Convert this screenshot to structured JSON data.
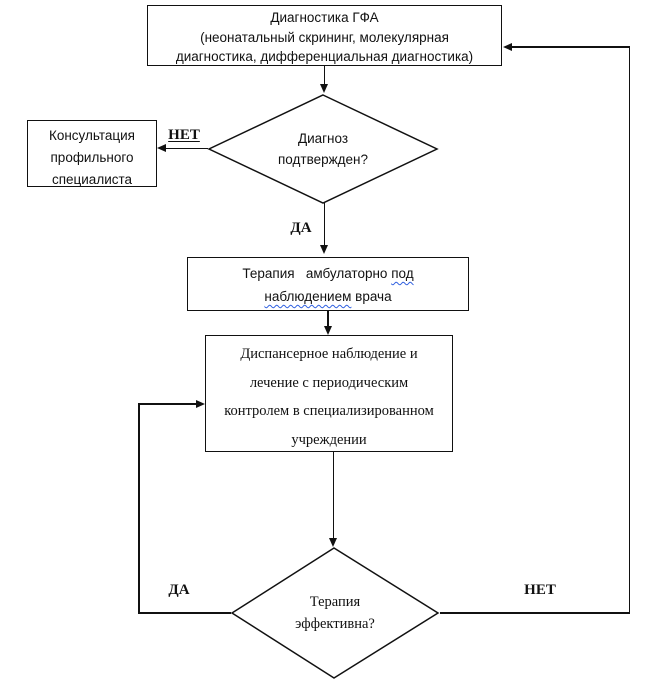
{
  "flowchart": {
    "nodes": {
      "diagnostics": {
        "lines": [
          "Диагностика ГФА",
          "(неонатальный скрининг, молекулярная",
          "диагностика, дифференциальная диагностика)"
        ]
      },
      "diagnosis_confirmed": {
        "lines": [
          "Диагноз",
          "подтвержден?"
        ]
      },
      "specialist_consult": {
        "lines": [
          "Консультация",
          "профильного",
          "специалиста"
        ]
      },
      "outpatient_therapy": {
        "line1_text": "Терапия   амбулаторно ",
        "line1_underlined_word": "под",
        "line2_underlined_word": "наблюдением",
        "line2_text": " врача"
      },
      "dispensary": {
        "lines": [
          "Диспансерное наблюдение и",
          "лечение с периодическим",
          "контролем в специализированном",
          "учреждении"
        ]
      },
      "therapy_effective": {
        "lines": [
          "Терапия",
          "эффективна?"
        ]
      }
    },
    "labels": {
      "no_top": "НЕТ",
      "yes_top": "ДА",
      "yes_bottom": "ДА",
      "no_bottom": "НЕТ"
    },
    "colors": {
      "line": "#111111",
      "text": "#111111",
      "spellcheck_squiggle": "#2e5fe0",
      "background": "#ffffff"
    }
  }
}
